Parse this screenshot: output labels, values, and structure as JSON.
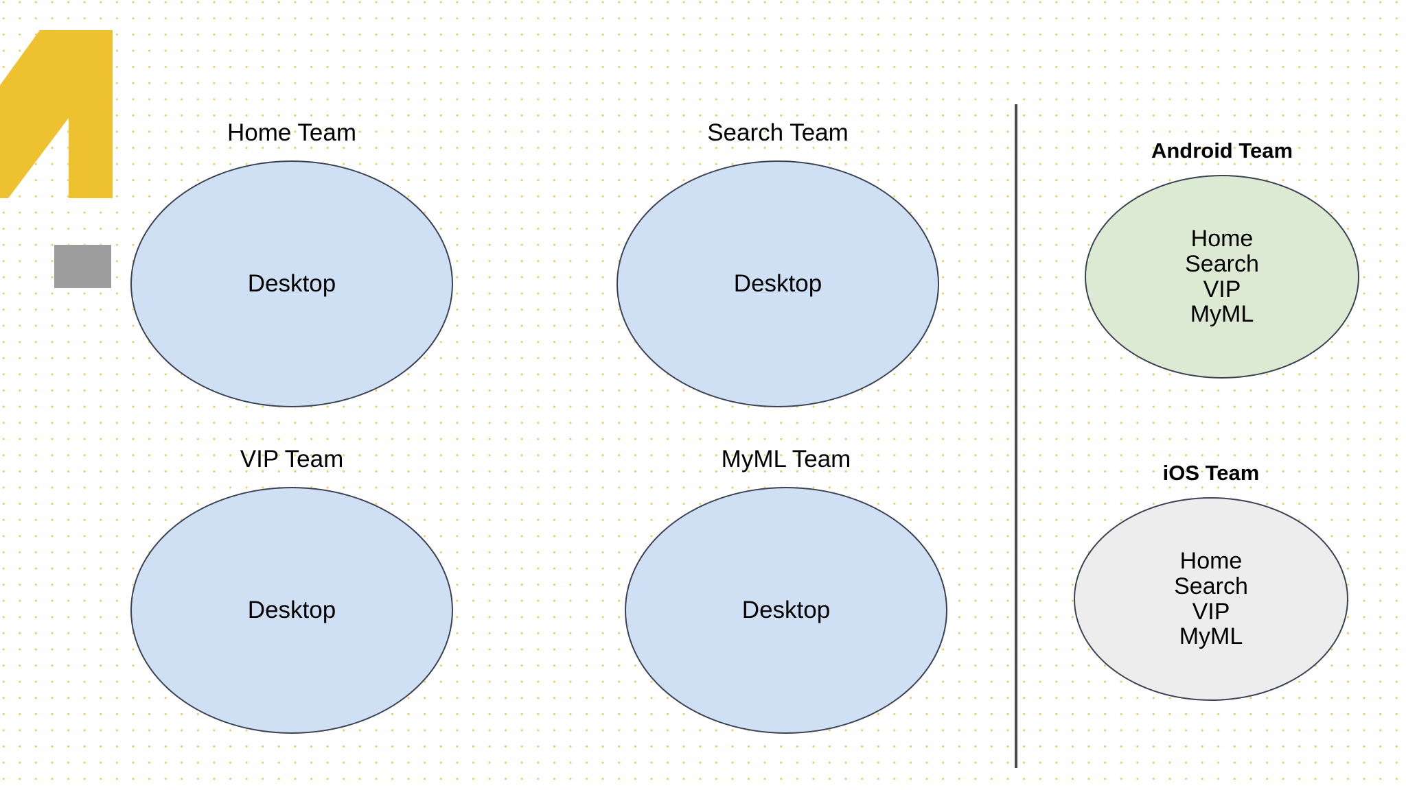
{
  "colors": {
    "background": "#ffffff",
    "dot_grid": "#f0c75e",
    "ellipse_blue_fill": "#cfdff4",
    "ellipse_green_fill": "#dcead3",
    "ellipse_gray_fill": "#ededee",
    "ellipse_stroke": "#3b4252",
    "logo_yellow": "#eec131",
    "gray_block": "#9d9d9d",
    "divider": "#4a4a4a"
  },
  "logo": {
    "name": "yellow-a-mark"
  },
  "platform_teams": [
    {
      "id": "home",
      "title": "Home Team",
      "title_bold": false,
      "fill": "blue",
      "labels": [
        "Desktop"
      ]
    },
    {
      "id": "search",
      "title": "Search Team",
      "title_bold": false,
      "fill": "blue",
      "labels": [
        "Desktop"
      ]
    },
    {
      "id": "vip",
      "title": "VIP Team",
      "title_bold": false,
      "fill": "blue",
      "labels": [
        "Desktop"
      ]
    },
    {
      "id": "myml",
      "title": "MyML Team",
      "title_bold": false,
      "fill": "blue",
      "labels": [
        "Desktop"
      ]
    }
  ],
  "mobile_teams": [
    {
      "id": "android",
      "title": "Android Team",
      "title_bold": true,
      "fill": "green",
      "labels": [
        "Home",
        "Search",
        "VIP",
        "MyML"
      ]
    },
    {
      "id": "ios",
      "title": "iOS Team",
      "title_bold": true,
      "fill": "gray",
      "labels": [
        "Home",
        "Search",
        "VIP",
        "MyML"
      ]
    }
  ],
  "nodes": {
    "home": {
      "title": "Home Team",
      "label_0": "Desktop"
    },
    "search": {
      "title": "Search Team",
      "label_0": "Desktop"
    },
    "vip": {
      "title": "VIP Team",
      "label_0": "Desktop"
    },
    "myml": {
      "title": "MyML Team",
      "label_0": "Desktop"
    },
    "android": {
      "title": "Android Team",
      "label_0": "Home",
      "label_1": "Search",
      "label_2": "VIP",
      "label_3": "MyML"
    },
    "ios": {
      "title": "iOS Team",
      "label_0": "Home",
      "label_1": "Search",
      "label_2": "VIP",
      "label_3": "MyML"
    }
  }
}
